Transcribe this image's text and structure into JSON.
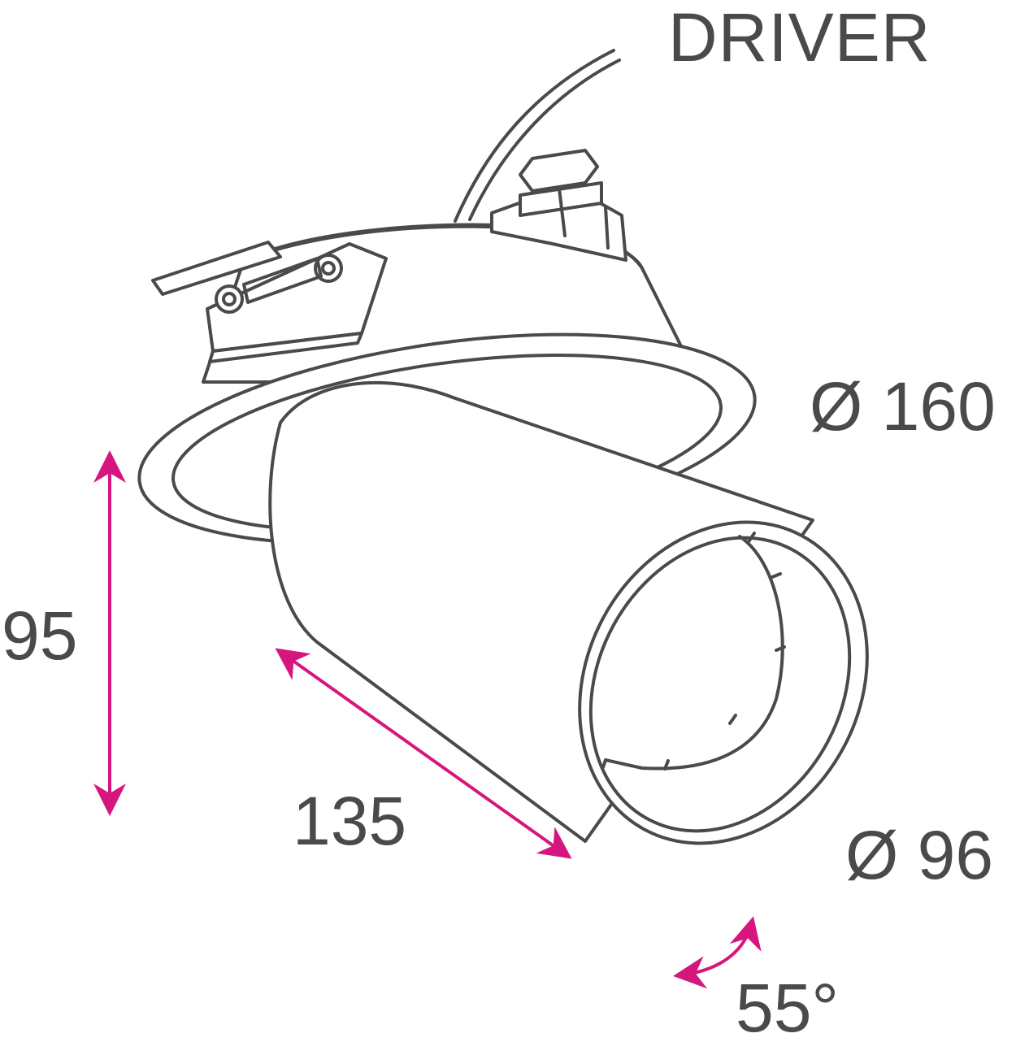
{
  "labels": {
    "driver": "DRIVER",
    "outer_diameter": "Ø 160",
    "inner_diameter": "Ø 96",
    "height": "95",
    "length": "135",
    "tilt_angle": "55°"
  },
  "colors": {
    "outline": "#4a4a4a",
    "dimension": "#d6167f",
    "text": "#4a4a4a",
    "background": "#ffffff"
  }
}
